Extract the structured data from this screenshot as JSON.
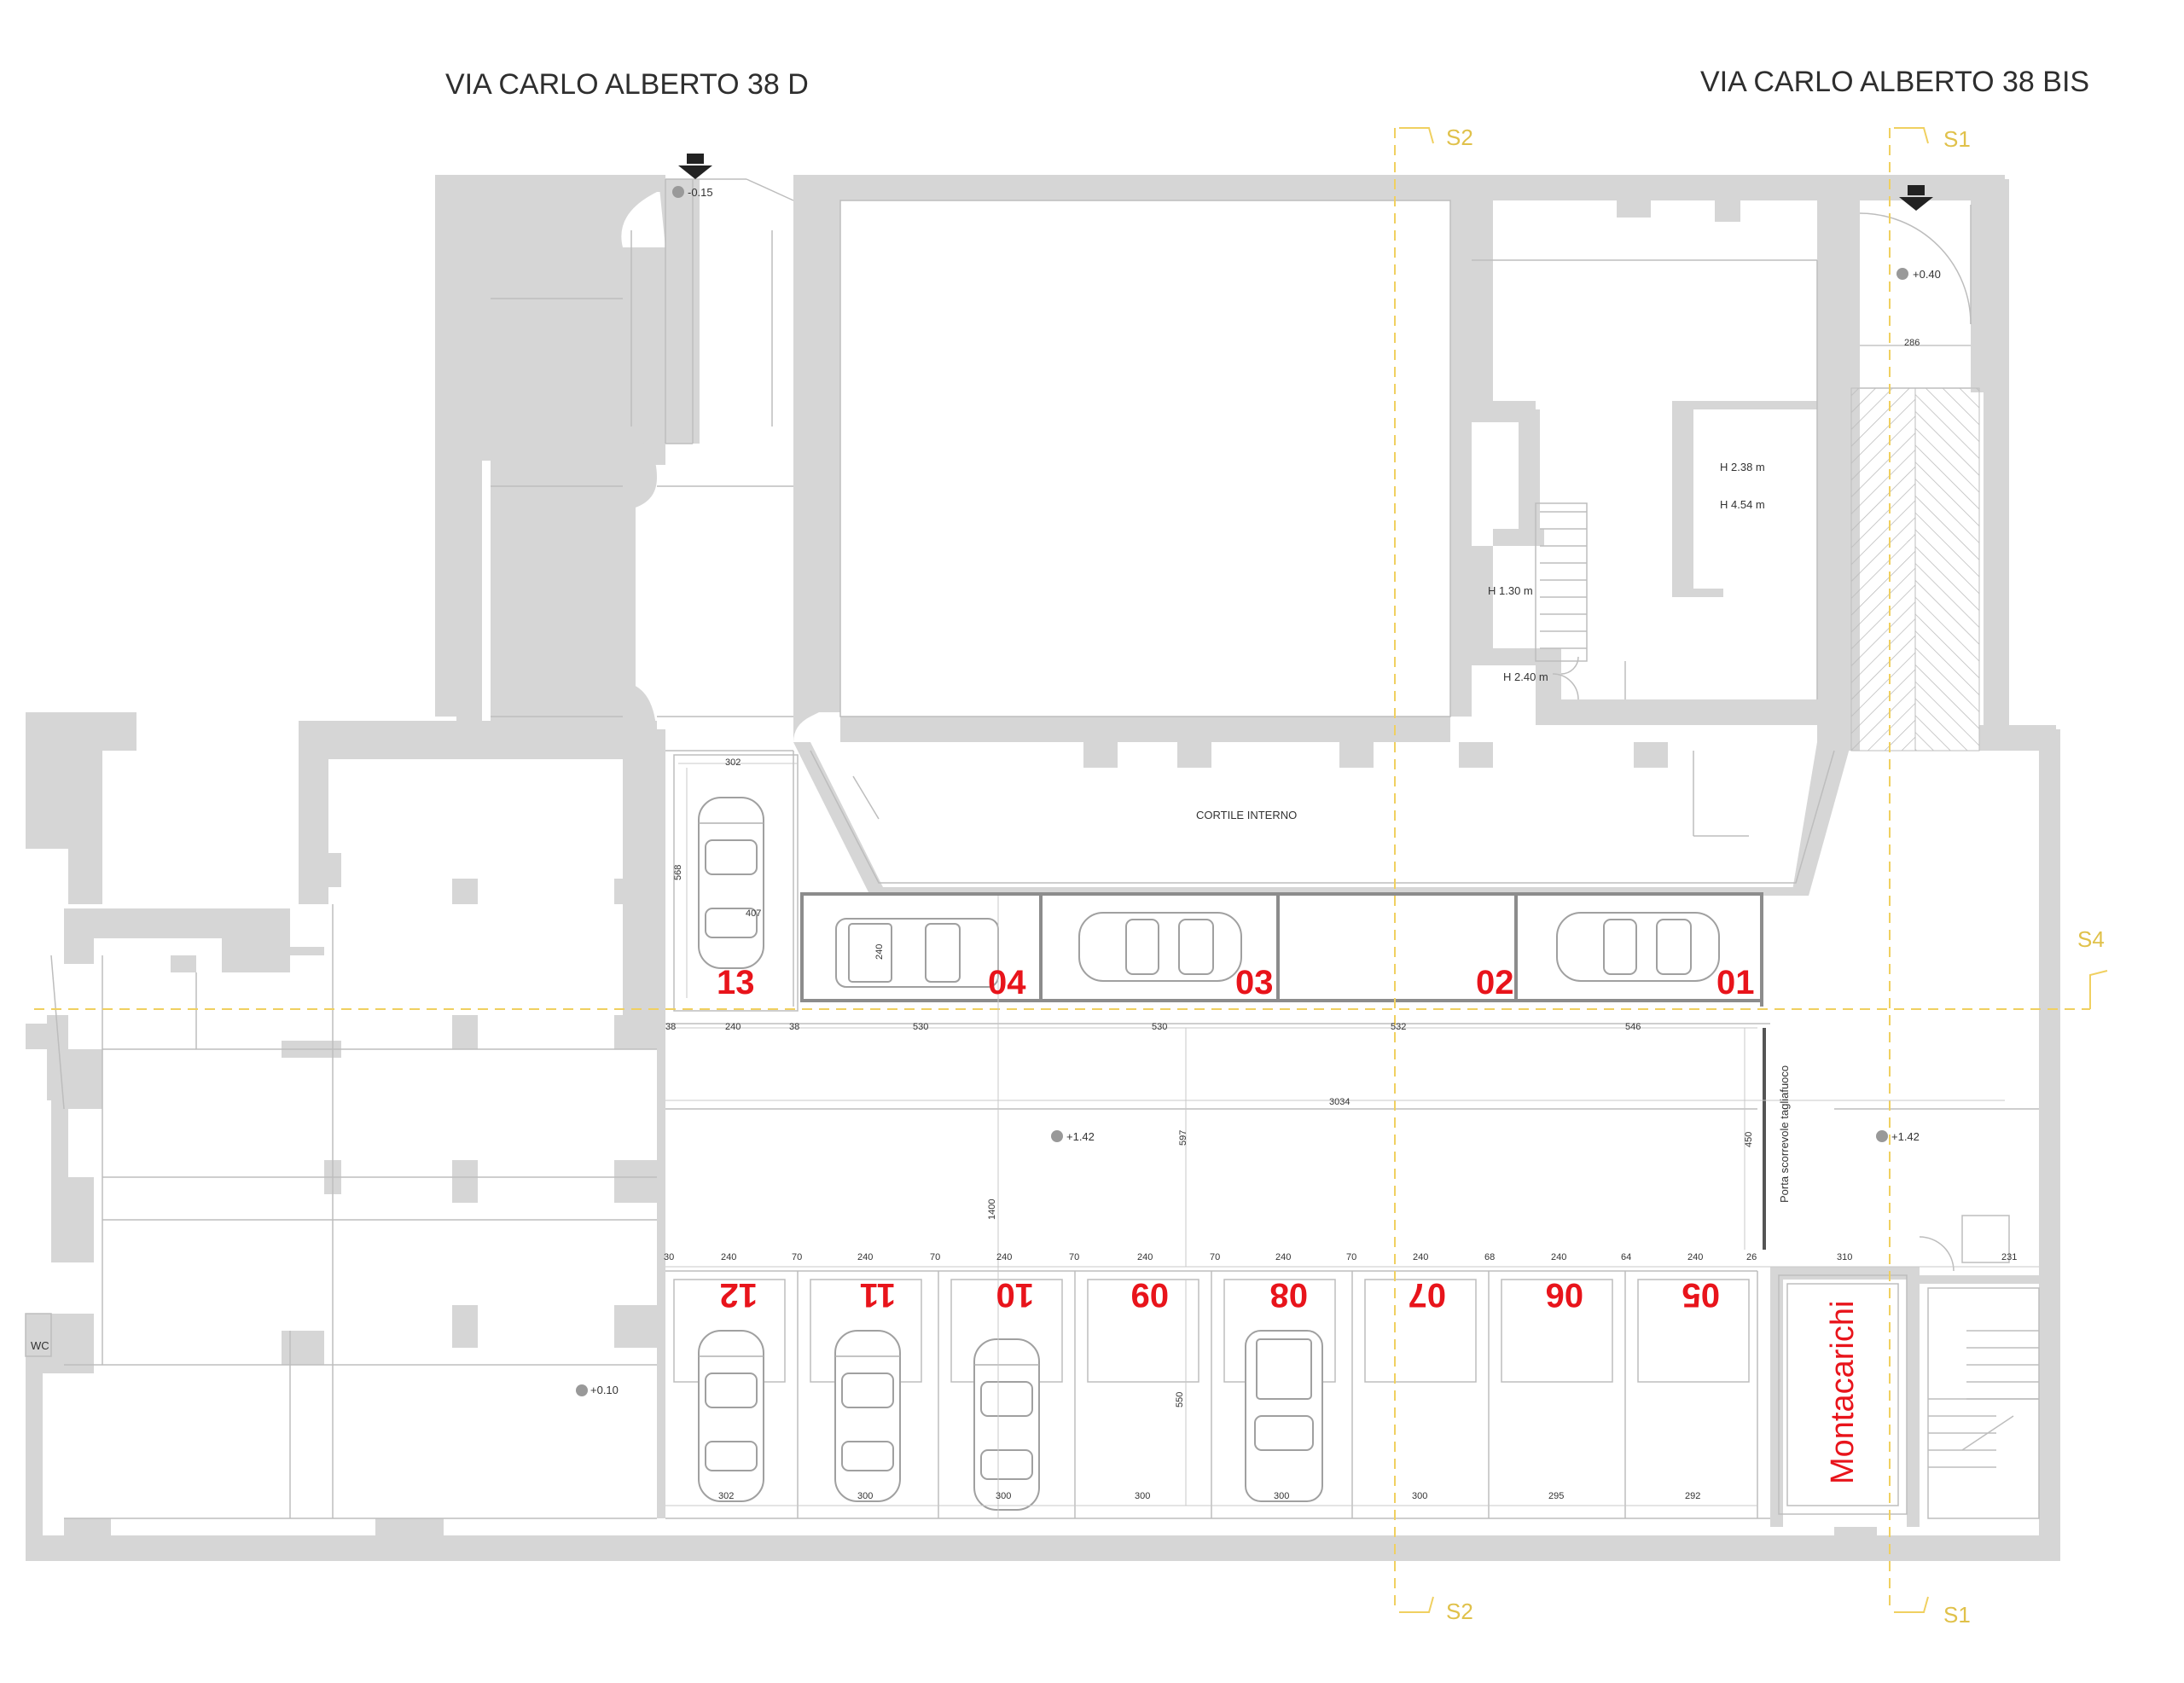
{
  "streets": {
    "left": "VIA CARLO ALBERTO 38 D",
    "right": "VIA CARLO ALBERTO 38 BIS"
  },
  "sections": {
    "s1_top": "S1",
    "s1_bottom": "S1",
    "s2_top": "S2",
    "s2_bottom": "S2",
    "s4": "S4"
  },
  "levels": {
    "entrance_left": "-0.15",
    "entrance_right": "+0.40",
    "floor_center": "+1.42",
    "floor_right": "+1.42",
    "floor_left": "+0.10"
  },
  "rooms": {
    "courtyard": "CORTILE INTERNO",
    "h1": "H 2.38 m",
    "h2": "H 4.54 m",
    "h3": "H 1.30 m",
    "h4": "H 2.40 m",
    "wc": "WC",
    "freight_lift": "Montacarichi",
    "fire_door": "Porta scorrevole tagliafuoco"
  },
  "spots": {
    "s01": "01",
    "s02": "02",
    "s03": "03",
    "s04": "04",
    "s05": "05",
    "s06": "06",
    "s07": "07",
    "s08": "08",
    "s09": "09",
    "s10": "10",
    "s11": "11",
    "s12": "12",
    "s13": "13"
  },
  "dimensions": {
    "d_286": "286",
    "d_302_top": "302",
    "d_568": "568",
    "d_407": "407",
    "d_240_spot4": "240",
    "row1": [
      "38",
      "240",
      "38",
      "530",
      "530",
      "532",
      "546"
    ],
    "d_3034": "3034",
    "d_597": "597",
    "d_450": "450",
    "d_1400": "1400",
    "row2": [
      "30",
      "240",
      "70",
      "240",
      "70",
      "240",
      "70",
      "240",
      "70",
      "240",
      "70",
      "240",
      "68",
      "240",
      "64",
      "240",
      "26",
      "310",
      "231"
    ],
    "d_550": "550",
    "row3": [
      "302",
      "300",
      "300",
      "300",
      "300",
      "300",
      "295",
      "292"
    ]
  },
  "colors": {
    "wall": "#d6d6d6",
    "spot_label": "#e8141b",
    "section_marker": "#e0c14a",
    "bay_outline": "#8c8c8c"
  }
}
